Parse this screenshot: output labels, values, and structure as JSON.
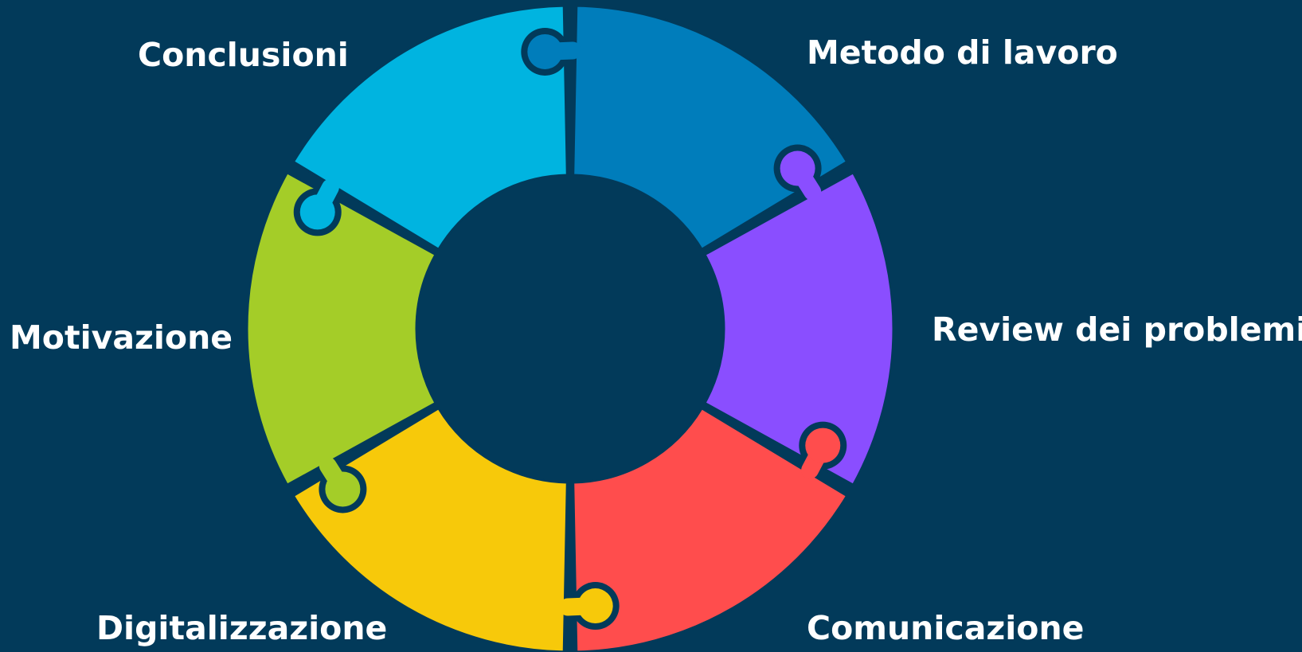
{
  "diagram": {
    "background": "#023a5a",
    "segments": [
      {
        "id": "metodo",
        "label": "Metodo di lavoro",
        "color": "#007dbb"
      },
      {
        "id": "review",
        "label": "Review dei problemi",
        "color": "#8a4eff"
      },
      {
        "id": "comunicazione",
        "label": "Comunicazione",
        "color": "#ff4d4d"
      },
      {
        "id": "digitalizzazione",
        "label": "Digitalizzazione",
        "color": "#f7c90a"
      },
      {
        "id": "motivazione",
        "label": "Motivazione",
        "color": "#a4cd28"
      },
      {
        "id": "conclusioni",
        "label": "Conclusioni",
        "color": "#00b4e0"
      }
    ]
  }
}
